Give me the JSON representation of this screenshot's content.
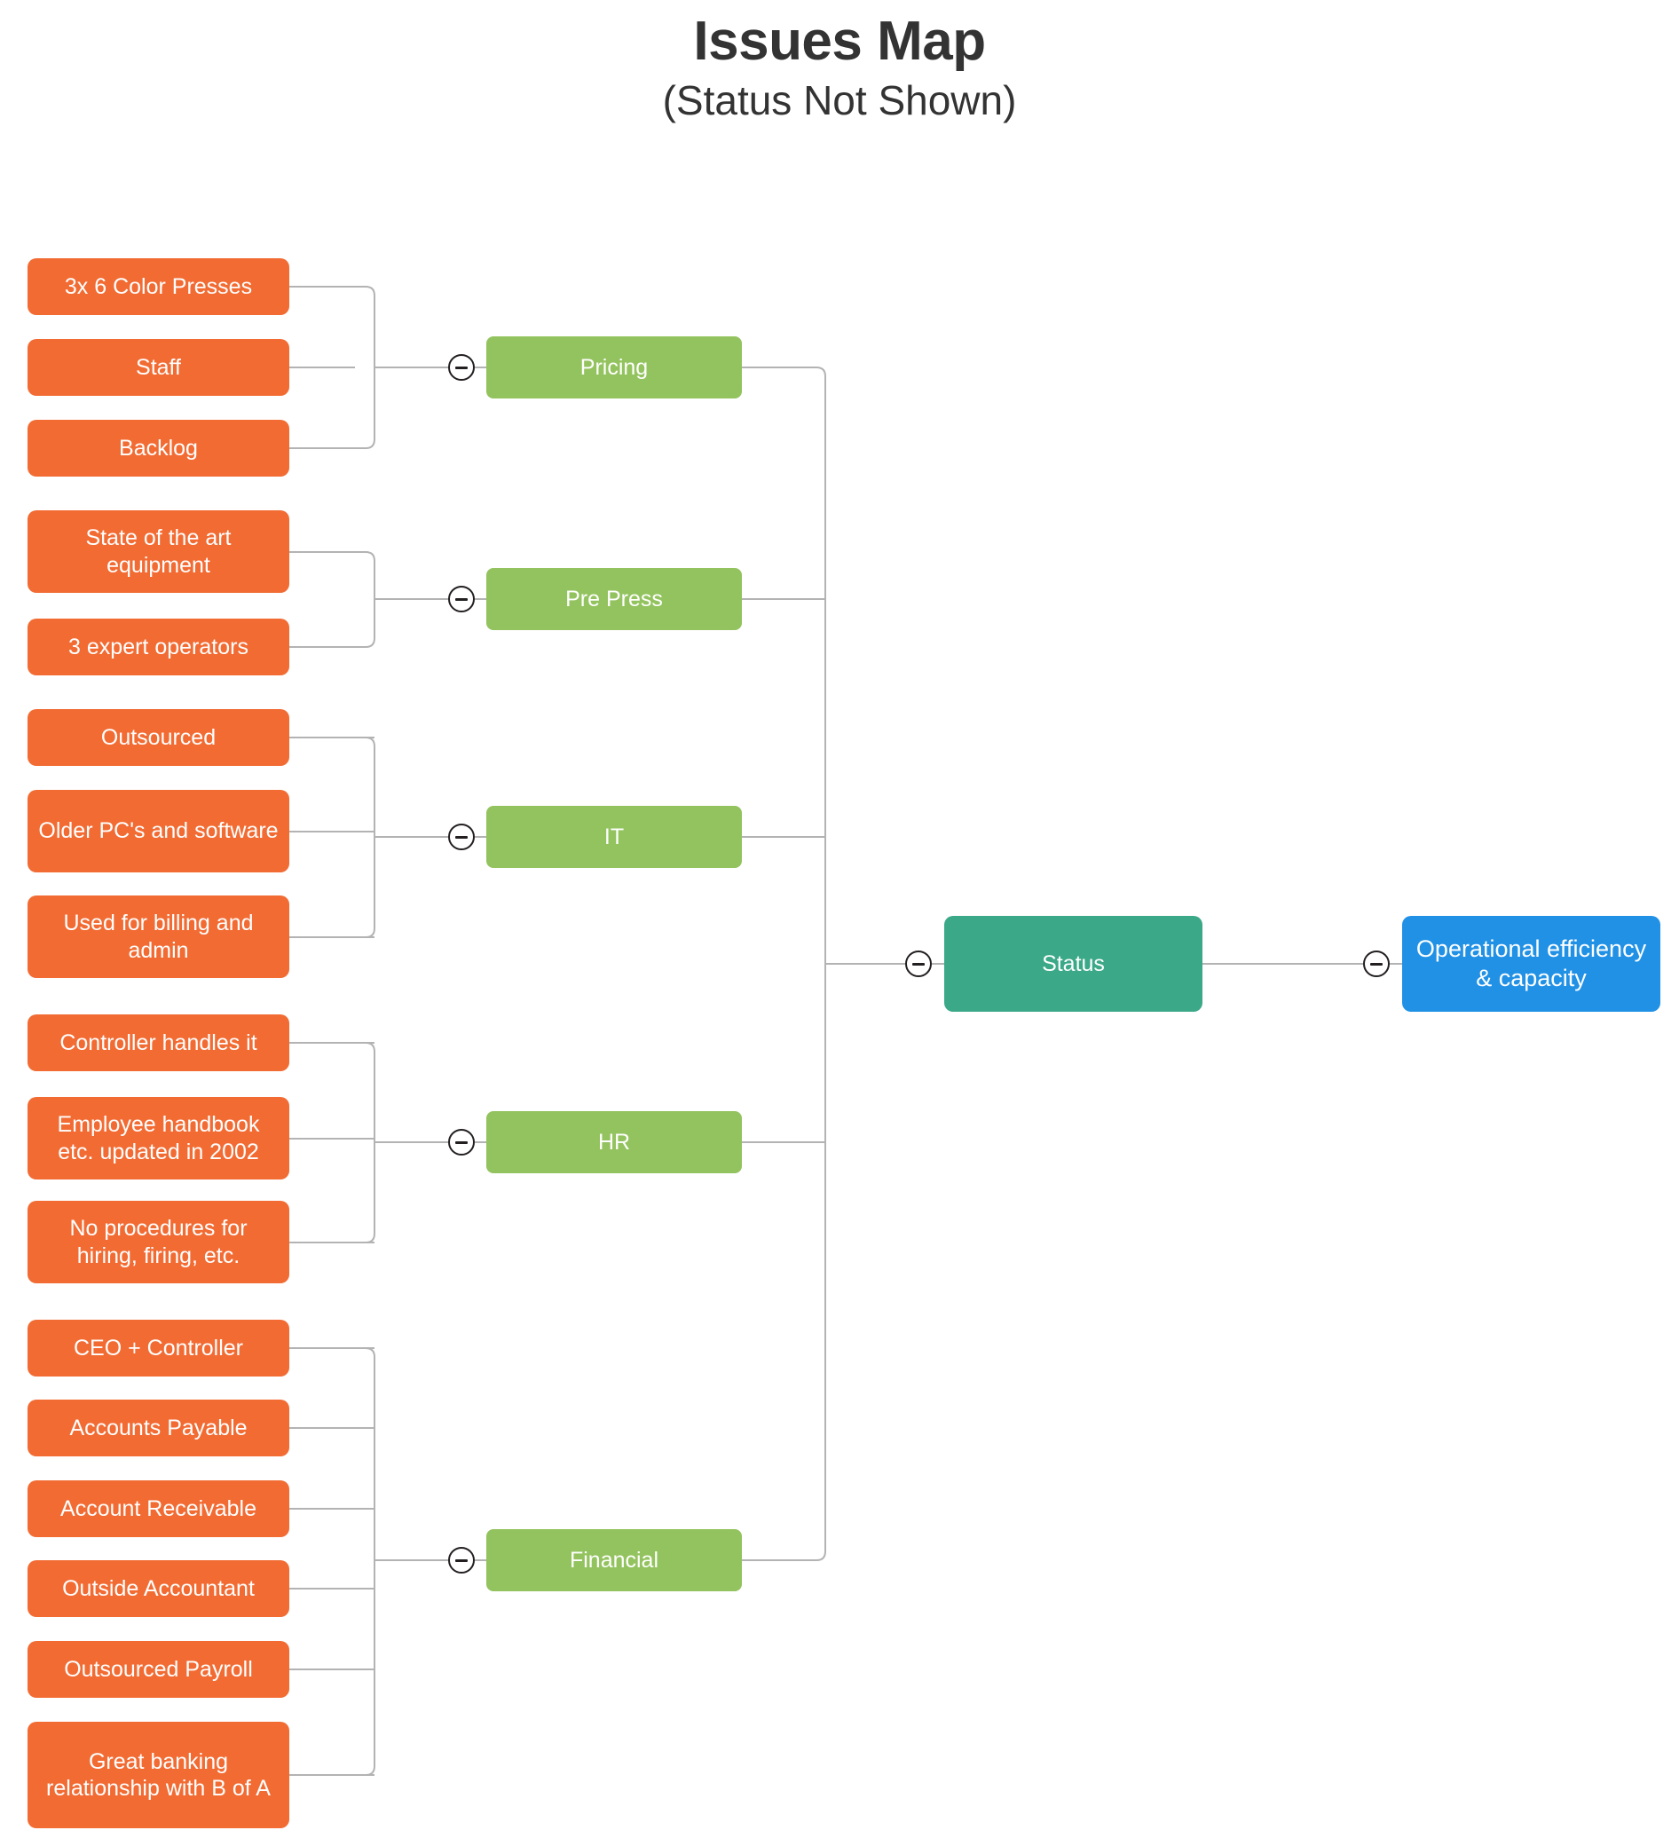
{
  "header": {
    "title": "Issues Map",
    "subtitle": "(Status Not Shown)"
  },
  "colors": {
    "leaf": "#F26B33",
    "branch": "#93C35E",
    "root": "#3BA888",
    "goal": "#2191E6",
    "connector": "#B3B3B3",
    "text": "#FFFFFF",
    "title": "#333333",
    "background": "#FFFFFF"
  },
  "icons": {
    "collapse": "minus-circle-icon"
  },
  "root": {
    "label": "Status"
  },
  "goal": {
    "label": "Operational efficiency & capacity"
  },
  "branches": [
    {
      "label": "Pricing",
      "leaves": [
        {
          "label": "3x 6 Color Presses"
        },
        {
          "label": "Staff"
        },
        {
          "label": "Backlog"
        }
      ]
    },
    {
      "label": "Pre Press",
      "leaves": [
        {
          "label": "State of the art equipment"
        },
        {
          "label": "3 expert operators"
        }
      ]
    },
    {
      "label": "IT",
      "leaves": [
        {
          "label": "Outsourced"
        },
        {
          "label": "Older PC's and software"
        },
        {
          "label": "Used for billing and admin"
        }
      ]
    },
    {
      "label": "HR",
      "leaves": [
        {
          "label": "Controller handles it"
        },
        {
          "label": "Employee handbook etc. updated in 2002"
        },
        {
          "label": "No procedures for hiring, firing, etc."
        }
      ]
    },
    {
      "label": "Financial",
      "leaves": [
        {
          "label": "CEO + Controller"
        },
        {
          "label": "Accounts Payable"
        },
        {
          "label": "Account Receivable"
        },
        {
          "label": "Outside Accountant"
        },
        {
          "label": "Outsourced Payroll"
        },
        {
          "label": "Great banking relationship with B of A"
        }
      ]
    }
  ]
}
